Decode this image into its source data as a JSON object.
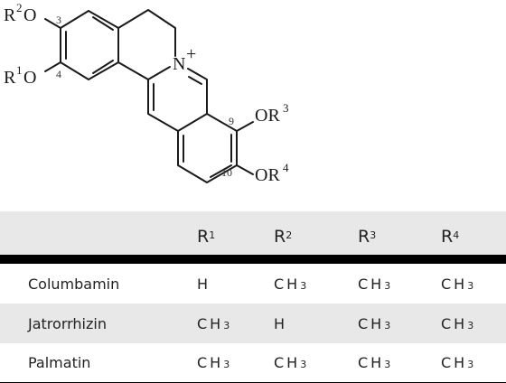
{
  "structure": {
    "charge": "+",
    "N": "N",
    "R2O": {
      "prefix": "R",
      "sup": "2",
      "suffix": "O"
    },
    "R1O": {
      "prefix": "R",
      "sup": "1",
      "suffix": "O"
    },
    "OR3": {
      "prefix": "OR",
      "sup": "3"
    },
    "OR4": {
      "prefix": "OR",
      "sup": "4"
    },
    "positions": {
      "p3": "3",
      "p4": "4",
      "p9": "9",
      "p10": "10"
    }
  },
  "table": {
    "headers": [
      {
        "base": "R",
        "sup": "1"
      },
      {
        "base": "R",
        "sup": "2"
      },
      {
        "base": "R",
        "sup": "3"
      },
      {
        "base": "R",
        "sup": "4"
      }
    ],
    "rows": [
      {
        "name": "Columbamin",
        "values": [
          "H",
          "CH3",
          "CH3",
          "CH3"
        ]
      },
      {
        "name": "Jatrorrhizin",
        "values": [
          "CH3",
          "H",
          "CH3",
          "CH3"
        ]
      },
      {
        "name": "Palmatin",
        "values": [
          "CH3",
          "CH3",
          "CH3",
          "CH3"
        ]
      }
    ]
  }
}
